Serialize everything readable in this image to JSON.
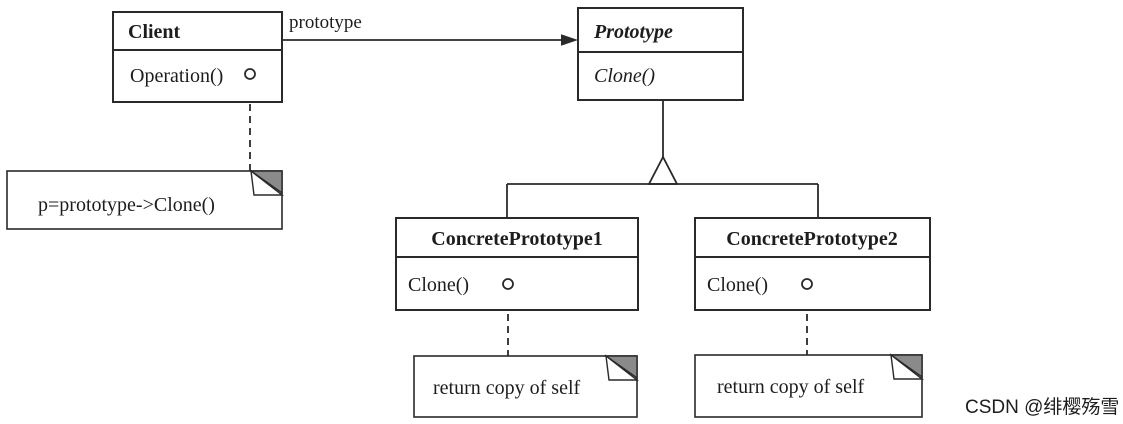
{
  "diagram": {
    "title_hint": "Prototype pattern UML class diagram",
    "classes": [
      {
        "name": "Client",
        "methods": [
          "Operation()"
        ]
      },
      {
        "name": "Prototype",
        "methods": [
          "Clone()"
        ]
      },
      {
        "name": "ConcretePrototype1",
        "methods": [
          "Clone()"
        ]
      },
      {
        "name": "ConcretePrototype2",
        "methods": [
          "Clone()"
        ]
      }
    ],
    "association": {
      "label": "prototype"
    },
    "notes": [
      {
        "text": "p=prototype->Clone()"
      },
      {
        "text": "return copy of self"
      },
      {
        "text": "return copy of self"
      }
    ],
    "watermark": "CSDN @绯樱殇雪",
    "colors": {
      "line": "#2a2a2a",
      "box_fill": "#ffffff",
      "note_fold_gray": "#8a8a8a",
      "watermark_gray": "#c4c4c4",
      "background": "#ffffff"
    }
  }
}
